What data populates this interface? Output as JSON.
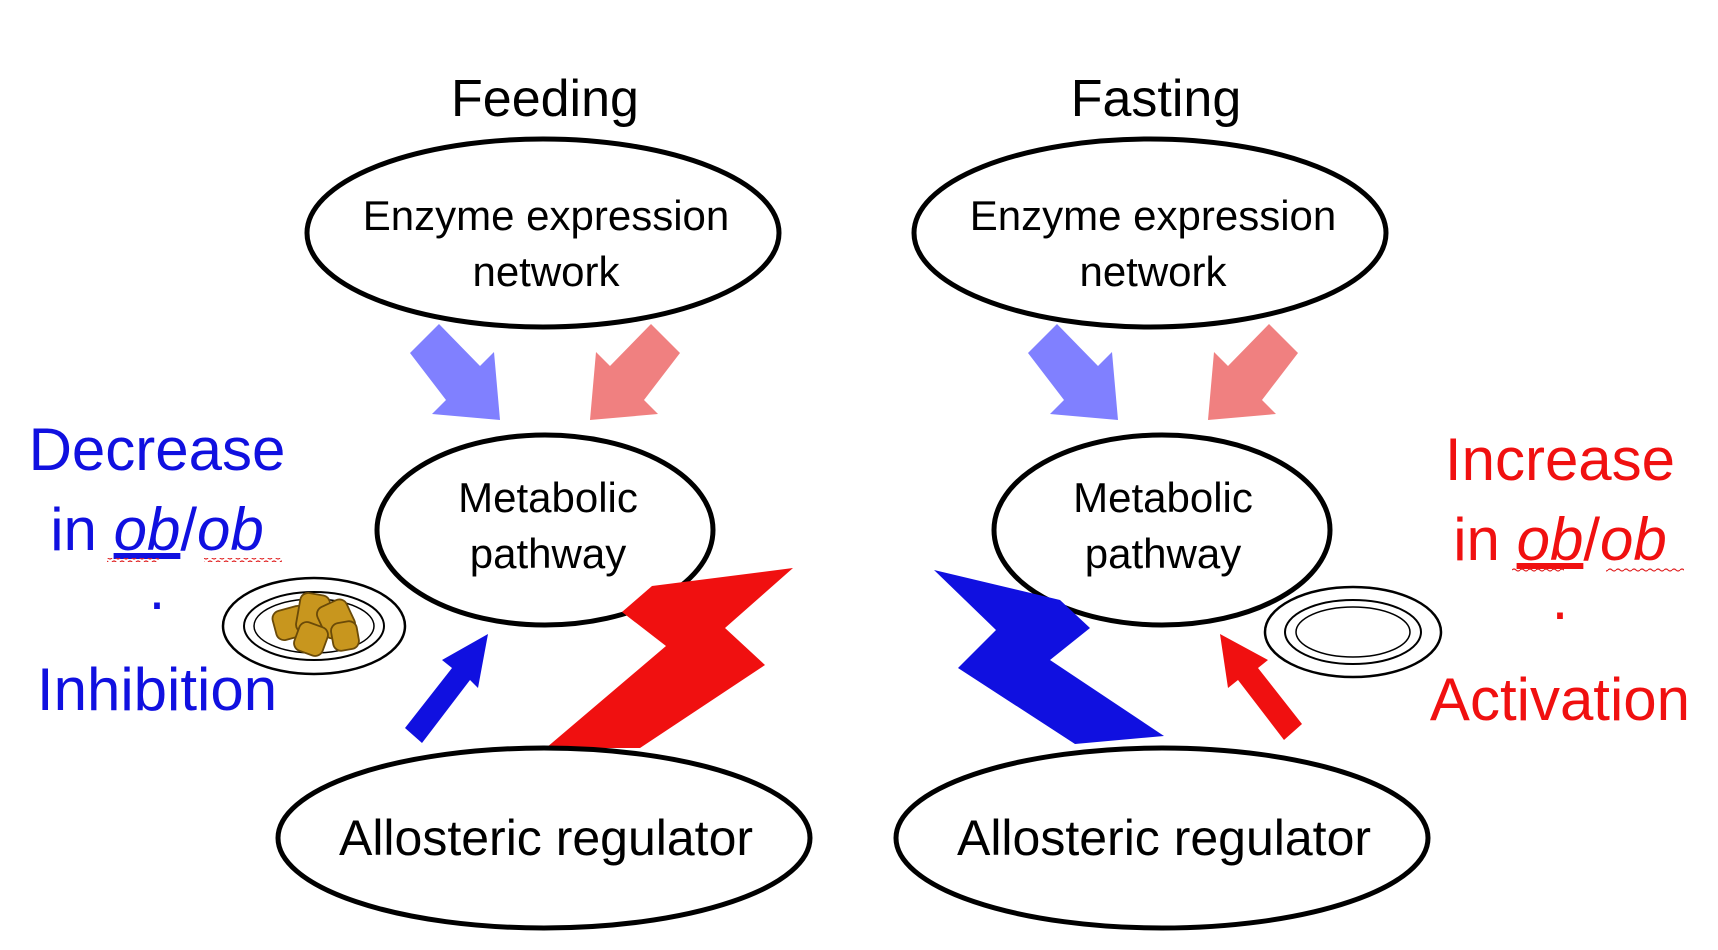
{
  "panels": {
    "feeding": {
      "title": "Feeding",
      "enzyme_node": [
        "Enzyme expression",
        "network"
      ],
      "pathway_node": [
        "Metabolic",
        "pathway"
      ],
      "regulator_node": "Allosteric regulator"
    },
    "fasting": {
      "title": "Fasting",
      "enzyme_node": [
        "Enzyme expression",
        "network"
      ],
      "pathway_node": [
        "Metabolic",
        "pathway"
      ],
      "regulator_node": "Allosteric regulator"
    }
  },
  "side_labels": {
    "left": {
      "line1": "Decrease",
      "line2_prefix": "in ",
      "italic_a": "ob",
      "slash": "/",
      "italic_b": "ob",
      "bullet": "·",
      "line4": "Inhibition",
      "color": "#1010e0"
    },
    "right": {
      "line1": "Increase",
      "line2_prefix": "in ",
      "italic_a": "ob",
      "slash": "/",
      "italic_b": "ob",
      "bullet": "·",
      "line4": "Activation",
      "color": "#f01010"
    }
  },
  "colors": {
    "blue_light": "#8080ff",
    "red_light": "#f08080",
    "blue_strong": "#1010e0",
    "red_strong": "#f01010",
    "food": "#c8961e"
  },
  "icons": {
    "plate_with_food": "plate-food-icon",
    "empty_plate": "plate-empty-icon"
  }
}
